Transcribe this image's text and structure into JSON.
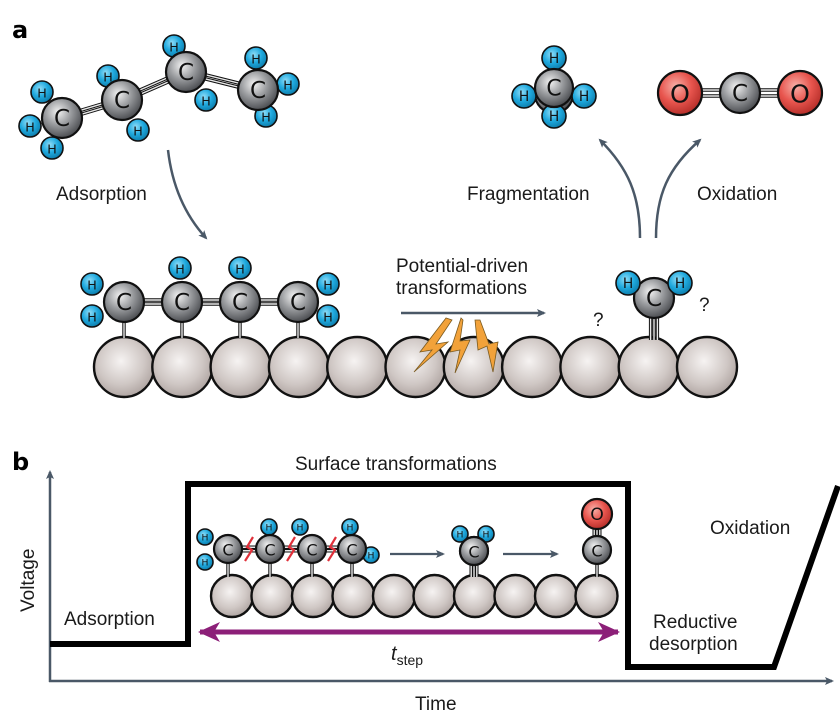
{
  "panels": {
    "a": {
      "label": "a",
      "labels": {
        "adsorption": "Adsorption",
        "fragmentation": "Fragmentation",
        "oxidation": "Oxidation",
        "transform_line1": "Potential-driven",
        "transform_line2": "transformations",
        "question": "?"
      },
      "molecules": {
        "gas_chain": {
          "carbons": 4,
          "atom_symbol_c": "C",
          "atom_symbol_h": "H"
        },
        "methane": {
          "formula": "CH4"
        },
        "co2": {
          "formula": "CO2",
          "atom_symbol_o": "O"
        },
        "surface_chain": {
          "carbons": 4
        },
        "ch2_fragment": {
          "formula": "CH2"
        }
      },
      "surface_atom_count": 11
    },
    "b": {
      "label": "b",
      "labels": {
        "surface_transformations": "Surface transformations",
        "adsorption": "Adsorption",
        "reductive_line1": "Reductive",
        "reductive_line2": "desorption",
        "oxidation": "Oxidation",
        "t_main": "t",
        "t_sub": "step",
        "y_axis": "Voltage",
        "x_axis": "Time"
      },
      "surface_atom_count": 10
    }
  },
  "colors": {
    "hydrogen": "#1fa9de",
    "carbon": "#8d8f92",
    "oxygen": "#e8554e",
    "surface": "#cfc7c4",
    "arrow": "#4a5867",
    "bolt": "#f2a23a",
    "tstep_arrow": "#8c1f78",
    "break_mark": "#e0303a",
    "voltage_line": "#000000"
  },
  "atoms": {
    "C": "C",
    "H": "H",
    "O": "O"
  }
}
